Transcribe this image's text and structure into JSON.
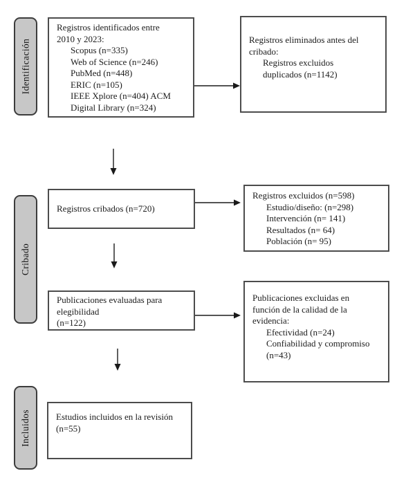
{
  "stages": [
    {
      "id": "identificacion",
      "label": "Identificación"
    },
    {
      "id": "cribado",
      "label": "Cribado"
    },
    {
      "id": "incluidos",
      "label": "Incluidos"
    }
  ],
  "boxes": {
    "identified": {
      "lines": [
        "Registros identificados entre",
        "2010 y 2023:"
      ],
      "items": [
        "Scopus (n=335)",
        "Web of Science (n=246)",
        "PubMed (n=448)",
        "ERIC (n=105)",
        "IEEE Xplore (n=404) ACM",
        "Digital Library (n=324)"
      ]
    },
    "removed_before_screening": {
      "lines": [
        "Registros eliminados antes del",
        "cribado:"
      ],
      "items": [
        "Registros excluidos",
        "duplicados (n=1142)"
      ]
    },
    "screened": {
      "lines": [
        "Registros cribados (n=720)"
      ]
    },
    "excluded_after_screening": {
      "lines": [
        "Registros excluidos (n=598)"
      ],
      "items": [
        "Estudio/diseño: (n=298)",
        "Intervención (n= 141)",
        "Resultados (n= 64)",
        "Población (n= 95)"
      ]
    },
    "assessed_for_eligibility": {
      "lines": [
        "Publicaciones evaluadas para",
        "elegibilidad",
        "(n=122)"
      ]
    },
    "excluded_for_quality": {
      "lines": [
        "Publicaciones excluidas en",
        "función de la calidad de la",
        "evidencia:"
      ],
      "items": [
        "Efectividad (n=24)",
        "Confiabilidad y compromiso",
        "(n=43)"
      ]
    },
    "included_in_review": {
      "lines": [
        "Estudios incluidos en la revisión",
        "(n=55)"
      ]
    }
  },
  "colors": {
    "stage_label_fill": "#c7c7c7",
    "stage_label_border": "#3c3c3c",
    "box_border": "#4c4c4c",
    "text": "#1c1c1c",
    "arrow": "#1a1a1a"
  }
}
